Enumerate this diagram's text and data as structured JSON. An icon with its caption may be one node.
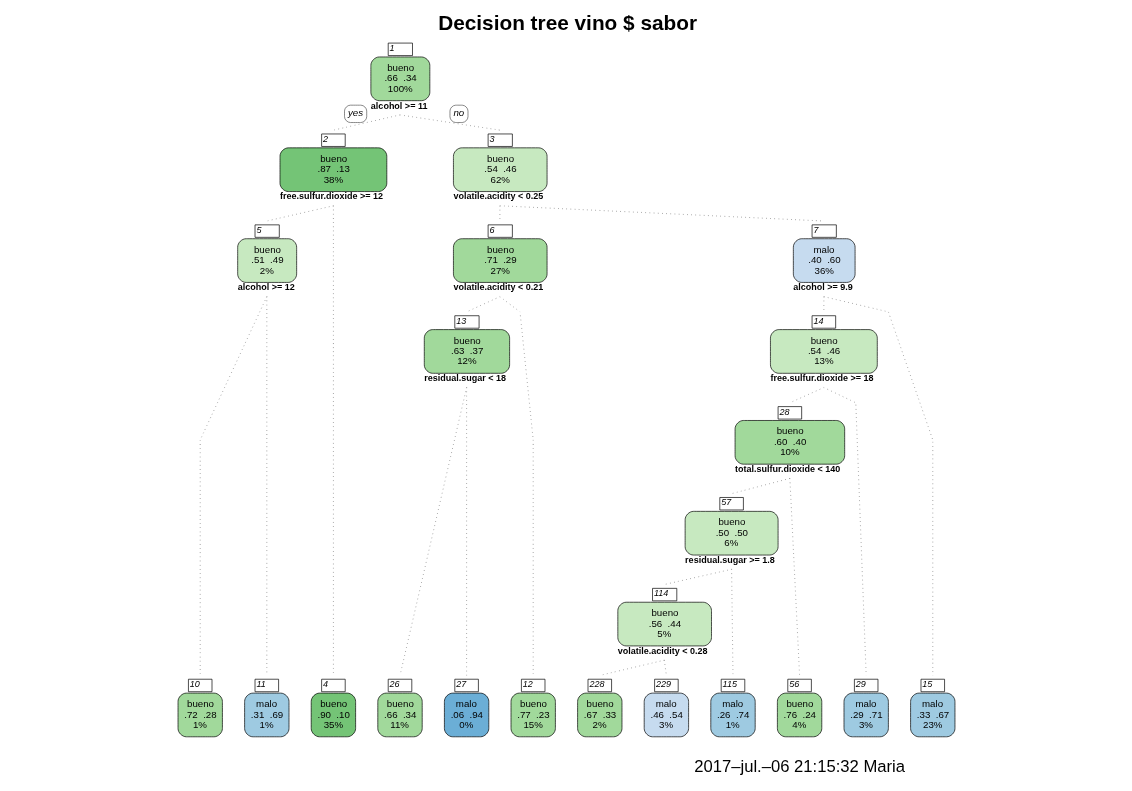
{
  "diagram": {
    "title": "Decision tree vino $ sabor",
    "caption": "2017–jul.–06 21:15:32 Maria",
    "nodes": [
      {
        "text": [
          "bueno",
          ".66  .34",
          "100%"
        ],
        "beside": [
          "1",
          "alcohol >= 11"
        ]
      },
      {
        "text": [
          "bueno",
          ".87  .13",
          "38%"
        ],
        "beside": [
          "2",
          "free.sulfur.dioxide >= 12"
        ]
      },
      {
        "text": [
          "bueno",
          ".54  .46",
          "62%"
        ],
        "beside": [
          "3",
          "volatile.acidity < 0.25"
        ]
      },
      {
        "text": [
          "bueno",
          ".51  .49",
          "2%"
        ],
        "beside": [
          "5",
          "alcohol >= 12"
        ]
      },
      {
        "text": [
          "bueno",
          ".71  .29",
          "27%"
        ],
        "beside": [
          "6",
          "volatile.acidity < 0.21"
        ]
      },
      {
        "text": [
          "malo",
          ".40  .60",
          "36%"
        ],
        "beside": [
          "7",
          "alcohol >= 9.9"
        ]
      },
      {
        "text": [
          "bueno",
          ".63  .37",
          "12%"
        ],
        "beside": [
          "13",
          "residual.sugar < 18"
        ]
      },
      {
        "text": [
          "bueno",
          ".54  .46",
          "13%"
        ],
        "beside": [
          "14",
          "free.sulfur.dioxide >= 18"
        ]
      },
      {
        "text": [
          "bueno",
          ".60  .40",
          "10%"
        ],
        "beside": [
          "28",
          "total.sulfur.dioxide < 140"
        ]
      },
      {
        "text": [
          "bueno",
          ".50  .50",
          "6%"
        ],
        "beside": [
          "57",
          "residual.sugar >= 1.8"
        ]
      },
      {
        "text": [
          "bueno",
          ".56  .44",
          "5%"
        ],
        "beside": [
          "114",
          "volatile.acidity < 0.28"
        ]
      },
      {
        "text": [
          "bueno",
          ".90  .10",
          "35%"
        ],
        "beside": [
          "4"
        ]
      },
      {
        "text": [
          "bueno",
          ".72  .28",
          "1%"
        ],
        "beside": [
          "10"
        ]
      },
      {
        "text": [
          "malo",
          ".31  .69",
          "1%"
        ],
        "beside": [
          "11"
        ]
      },
      {
        "text": [
          "bueno",
          ".77  .23",
          "15%"
        ],
        "beside": [
          "12"
        ]
      },
      {
        "text": [
          "bueno",
          ".66  .34",
          "11%"
        ],
        "beside": [
          "26"
        ]
      },
      {
        "text": [
          "malo",
          ".06  .94",
          "0%"
        ],
        "beside": [
          "27"
        ]
      },
      {
        "text": [
          "bueno",
          ".76  .24",
          "4%"
        ],
        "beside": [
          "56"
        ]
      },
      {
        "text": [
          "bueno",
          ".67  .33",
          "2%"
        ],
        "beside": [
          "228"
        ]
      },
      {
        "text": [
          "malo",
          ".46  .54",
          "3%"
        ],
        "beside": [
          "229"
        ]
      },
      {
        "text": [
          "malo",
          ".26  .74",
          "1%"
        ],
        "beside": [
          "115"
        ]
      },
      {
        "text": [
          "malo",
          ".29  .71",
          "3%"
        ],
        "beside": [
          "29"
        ]
      },
      {
        "text": [
          "malo",
          ".33  .67",
          "23%"
        ],
        "beside": [
          "15"
        ]
      }
    ],
    "edges": [
      {
        "from": 0,
        "to": 1,
        "arrow": "none",
        "label": "yes"
      },
      {
        "from": 0,
        "to": 2,
        "arrow": "none",
        "label": "no"
      },
      {
        "from": 1,
        "to": 11,
        "arrow": "none"
      },
      {
        "from": 1,
        "to": 3,
        "arrow": "none"
      },
      {
        "from": 3,
        "to": 12,
        "arrow": "none"
      },
      {
        "from": 3,
        "to": 13,
        "arrow": "none"
      },
      {
        "from": 2,
        "to": 4,
        "arrow": "none"
      },
      {
        "from": 2,
        "to": 5,
        "arrow": "none"
      },
      {
        "from": 4,
        "to": 14,
        "arrow": "none"
      },
      {
        "from": 4,
        "to": 6,
        "arrow": "none"
      },
      {
        "from": 6,
        "to": 15,
        "arrow": "none"
      },
      {
        "from": 6,
        "to": 16,
        "arrow": "none"
      },
      {
        "from": 5,
        "to": 7,
        "arrow": "none"
      },
      {
        "from": 5,
        "to": 22,
        "arrow": "none"
      },
      {
        "from": 7,
        "to": 8,
        "arrow": "none"
      },
      {
        "from": 7,
        "to": 21,
        "arrow": "none"
      },
      {
        "from": 8,
        "to": 17,
        "arrow": "none"
      },
      {
        "from": 8,
        "to": 9,
        "arrow": "none"
      },
      {
        "from": 9,
        "to": 10,
        "arrow": "none"
      },
      {
        "from": 9,
        "to": 20,
        "arrow": "none"
      },
      {
        "from": 10,
        "to": 18,
        "arrow": "none"
      },
      {
        "from": 10,
        "to": 19,
        "arrow": "none"
      }
    ]
  }
}
